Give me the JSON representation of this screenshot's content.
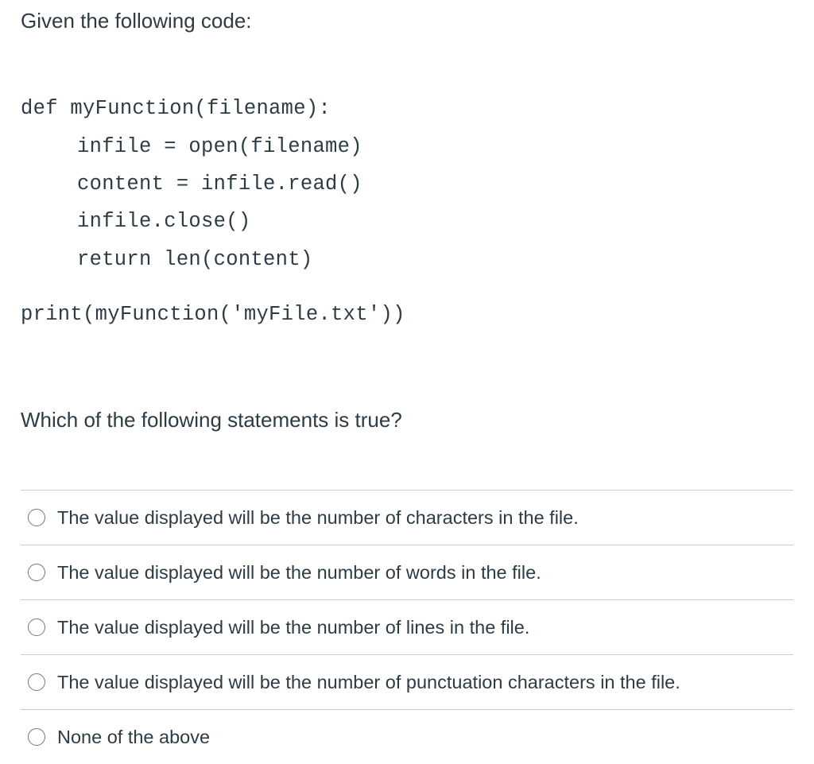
{
  "prompt": "Given the following code:",
  "code": {
    "lines": [
      "def myFunction(filename):",
      "infile = open(filename)",
      "content = infile.read()",
      "infile.close()",
      "return len(content)",
      "print(myFunction('myFile.txt'))"
    ]
  },
  "question": "Which of the following statements is true?",
  "answers": [
    {
      "label": "The value displayed will be the number of characters in the file.",
      "selected": false
    },
    {
      "label": "The value displayed will be the number of words in the file.",
      "selected": false
    },
    {
      "label": "The value displayed will be the number of lines in the file.",
      "selected": false
    },
    {
      "label": "The value displayed will be the number of punctuation characters in the file.",
      "selected": false
    },
    {
      "label": "None of the above",
      "selected": false
    }
  ]
}
